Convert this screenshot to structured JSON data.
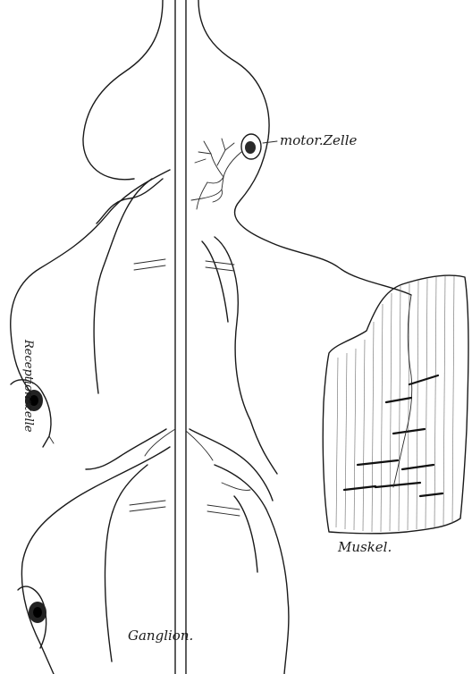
{
  "labels": {
    "motor_cell": "motor.Zelle",
    "reception_cell": "Receptionszelle",
    "muscle": "Muskel.",
    "ganglion": "Ganglion."
  }
}
